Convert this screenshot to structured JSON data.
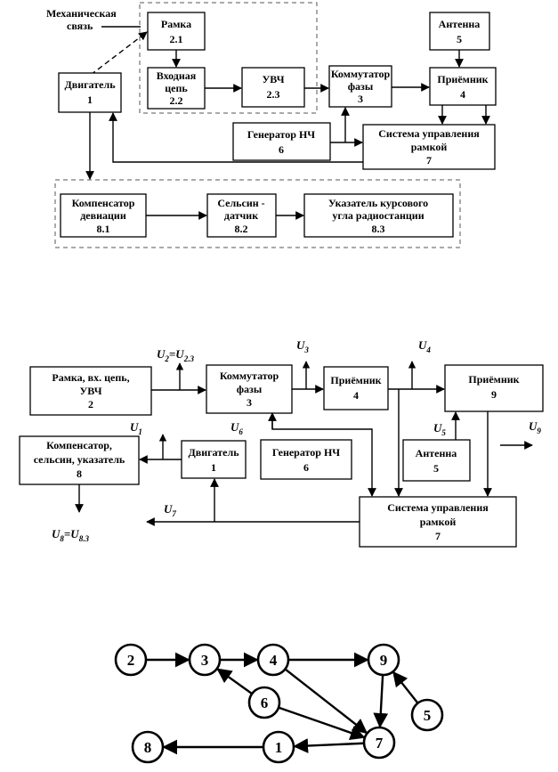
{
  "d1": {
    "mech_label": [
      "Механическая",
      "связь"
    ],
    "b_frame": [
      "Рамка",
      "2.1"
    ],
    "b_antenna": [
      "Антенна",
      "5"
    ],
    "b_engine": [
      "Двигатель",
      "1"
    ],
    "b_input": [
      "Входная",
      "цепь",
      "2.2"
    ],
    "b_uvch": [
      "УВЧ",
      "2.3"
    ],
    "b_switch": [
      "Коммутатор",
      "фазы",
      "3"
    ],
    "b_receiver": [
      "Приёмник",
      "4"
    ],
    "b_gen": [
      "Генератор НЧ",
      "6"
    ],
    "b_control": [
      "Система управления",
      "рамкой",
      "7"
    ],
    "b_comp": [
      "Компенсатор",
      "девиации",
      "8.1"
    ],
    "b_selsyn": [
      "Сельсин -",
      "датчик",
      "8.2"
    ],
    "b_indicator": [
      "Указатель курсового",
      "угла радиостанции",
      "8.3"
    ]
  },
  "d2": {
    "b_frame": [
      "Рамка, вх. цепь,",
      "УВЧ",
      "2"
    ],
    "b_switch": [
      "Коммутатор",
      "фазы",
      "3"
    ],
    "b_rec4": [
      "Приёмник",
      "4"
    ],
    "b_rec9": [
      "Приёмник",
      "9"
    ],
    "b_comp": [
      "Компенсатор,",
      "сельсин, указатель",
      "8"
    ],
    "b_engine": [
      "Двигатель",
      "1"
    ],
    "b_gen": [
      "Генератор НЧ",
      "6"
    ],
    "b_antenna": [
      "Антенна",
      "5"
    ],
    "b_control": [
      "Система управления",
      "рамкой",
      "7"
    ],
    "signals": {
      "u2": {
        "base": "U",
        "sub": "2",
        "eq": "=U",
        "sub2": "2.3"
      },
      "u3": {
        "base": "U",
        "sub": "3"
      },
      "u4": {
        "base": "U",
        "sub": "4"
      },
      "u1": {
        "base": "U",
        "sub": "1"
      },
      "u6": {
        "base": "U",
        "sub": "6"
      },
      "u5": {
        "base": "U",
        "sub": "5"
      },
      "u9": {
        "base": "U",
        "sub": "9"
      },
      "u7": {
        "base": "U",
        "sub": "7"
      },
      "u8": {
        "base": "U",
        "sub": "8",
        "eq": "=U",
        "sub2": "8.3"
      }
    }
  },
  "graph": {
    "nodes": [
      "2",
      "3",
      "4",
      "9",
      "6",
      "5",
      "8",
      "1",
      "7"
    ],
    "edges": [
      [
        "2",
        "3"
      ],
      [
        "3",
        "4"
      ],
      [
        "4",
        "9"
      ],
      [
        "4",
        "7"
      ],
      [
        "6",
        "3"
      ],
      [
        "6",
        "7"
      ],
      [
        "9",
        "7"
      ],
      [
        "5",
        "9"
      ],
      [
        "7",
        "1"
      ],
      [
        "1",
        "8"
      ]
    ]
  }
}
